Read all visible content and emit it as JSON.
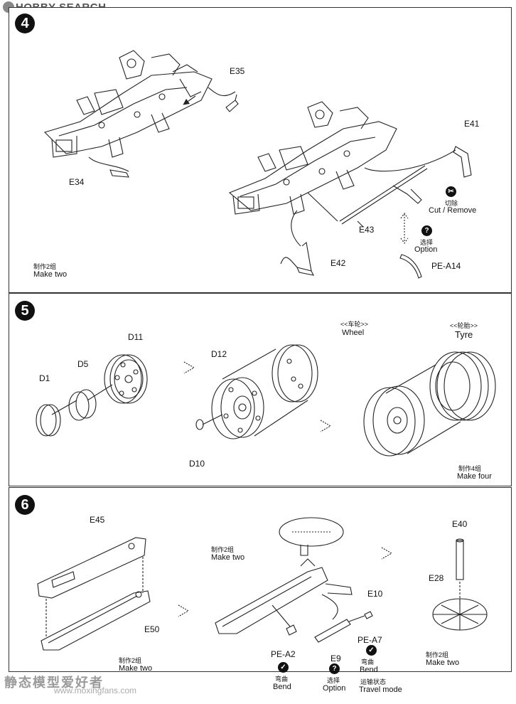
{
  "header": {
    "logo_text": "HOBBY SEARCH"
  },
  "steps": [
    {
      "number": "4",
      "labels": {
        "e35": "E35",
        "e34": "E34",
        "e41": "E41",
        "e43": "E43",
        "e42": "E42",
        "pe_a14": "PE-A14",
        "cut_cn": "切除",
        "cut_en": "Cut / Remove",
        "option_cn": "选择",
        "option_en": "Option",
        "make_cn": "制作2组",
        "make_en": "Make two"
      }
    },
    {
      "number": "5",
      "labels": {
        "d1": "D1",
        "d5": "D5",
        "d11": "D11",
        "d12": "D12",
        "d10": "D10",
        "wheel_cn": "<<车轮>>",
        "wheel_en": "Wheel",
        "tyre_cn": "<<轮胎>>",
        "tyre_en": "Tyre",
        "make_cn": "制作4组",
        "make_en": "Make four"
      }
    },
    {
      "number": "6",
      "labels": {
        "e45": "E45",
        "e50": "E50",
        "e10": "E10",
        "e40": "E40",
        "e28": "E28",
        "pe_a2": "PE-A2",
        "pe_a7": "PE-A7",
        "e9": "E9",
        "make_left_cn": "制作2组",
        "make_left_en": "Make two",
        "make_mid_cn": "制作2组",
        "make_mid_en": "Make two",
        "make_right_cn": "制作2组",
        "make_right_en": "Make two",
        "bend_cn": "弯曲",
        "bend_en": "Bend",
        "option_cn": "选择",
        "option_en": "Option",
        "bend2_cn": "弯曲",
        "bend2_en": "Bend",
        "travel_cn": "运输状态",
        "travel_en": "Travel mode"
      }
    }
  ],
  "footer": {
    "watermark_cn": "静态模型爱好者",
    "watermark_url": "www.moxingfans.com"
  },
  "icons": {
    "step_badge": "filled-circle",
    "hint_cut": "cut-icon",
    "hint_option": "question-icon",
    "hint_bend": "bend-icon"
  }
}
